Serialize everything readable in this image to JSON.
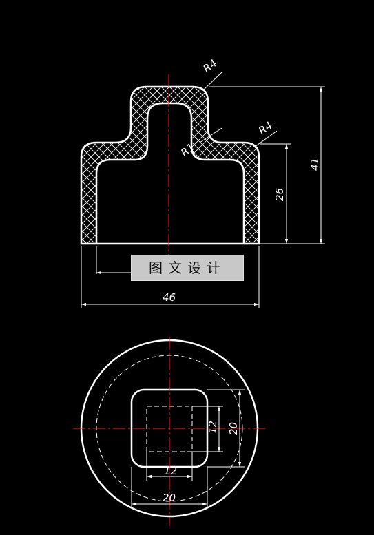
{
  "watermark": "图文设计",
  "dimensions": {
    "overall_width": "46",
    "overall_height": "41",
    "body_height": "26",
    "radius_top": "R4",
    "radius_shoulder": "R4",
    "radius_inner": "R1",
    "square_outer_width": "20",
    "square_inner_width": "12",
    "square_inner_height": "12",
    "square_outer_height": "20"
  },
  "colors": {
    "background": "#000000",
    "outline": "#ffffff",
    "centerline": "#ff2020",
    "hatch": "#ffffff"
  }
}
